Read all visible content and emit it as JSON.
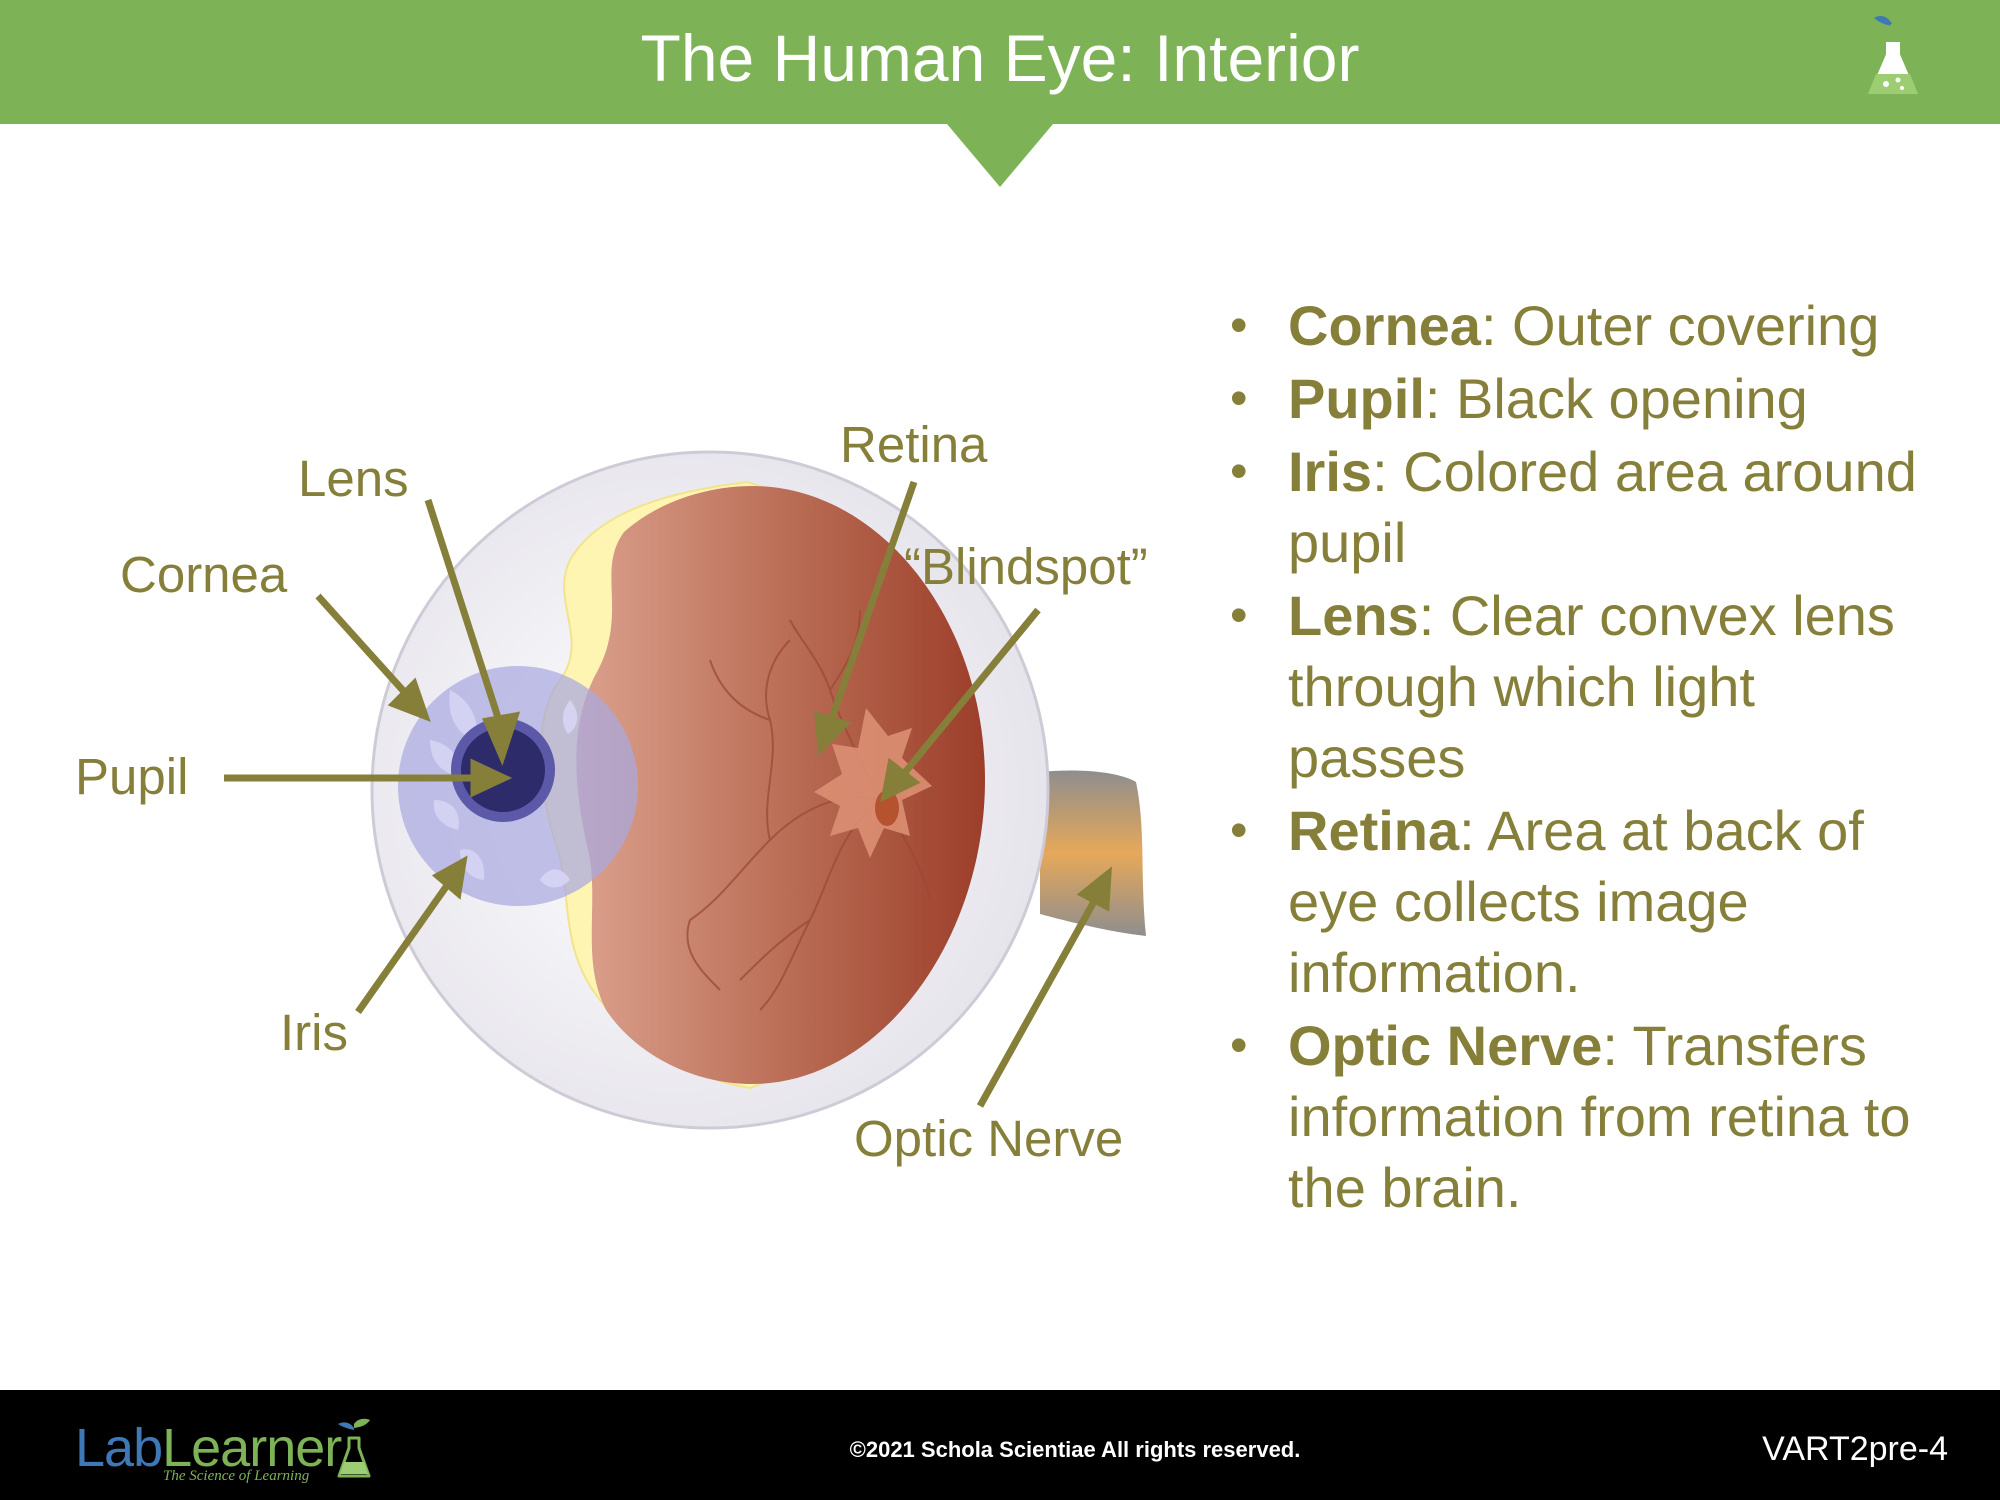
{
  "header": {
    "title": "The Human Eye: Interior",
    "color": "#7db356"
  },
  "labels": {
    "lens": "Lens",
    "cornea": "Cornea",
    "pupil": "Pupil",
    "iris": "Iris",
    "retina": "Retina",
    "blindspot": "“Blindspot”",
    "optic_nerve": "Optic Nerve"
  },
  "bullets": [
    {
      "term": "Cornea",
      "desc": ": Outer covering"
    },
    {
      "term": "Pupil",
      "desc": ": Black opening"
    },
    {
      "term": "Iris",
      "desc": ": Colored area around pupil"
    },
    {
      "term": "Lens",
      "desc": ": Clear convex lens through which light passes"
    },
    {
      "term": "Retina",
      "desc": ": Area at back of eye collects image information."
    },
    {
      "term": "Optic Nerve",
      "desc": ": Transfers information from retina to the brain."
    }
  ],
  "footer": {
    "brand_lab": "Lab",
    "brand_learner": "Learner",
    "tagline": "The Science of Learning",
    "copyright": "©2021 Schola Scientiae   All rights reserved.",
    "code": "VART2pre-4"
  },
  "colors": {
    "label_text": "#867f3a",
    "arrow": "#867f3a",
    "retina": "#b5644e",
    "iris": "#a9a9e0",
    "pupil": "#2e2b6b",
    "sclera": "#ebe9ef",
    "lens_edge": "#fff4b0"
  },
  "icons": [
    "flask-icon",
    "leaf-icon"
  ]
}
